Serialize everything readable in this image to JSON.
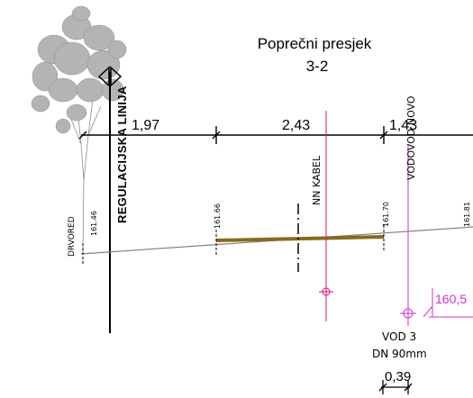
{
  "title": {
    "line1": "Poprečni presjek",
    "line2": "3-2"
  },
  "dimensions": {
    "seg1": "1,97",
    "seg2": "2,43",
    "seg3": "1,43",
    "bottom": "0,39"
  },
  "labels": {
    "regulation_line": "REGULACIJSKA LINIJA",
    "nn_cable": "NN KABEL",
    "water_new": "VODOVOD NOVO",
    "tree_row": "DRVORED",
    "water_pipe_1": "VOD 3",
    "water_pipe_2": "DN 90mm"
  },
  "elevations": {
    "e1": "161.46",
    "e2": "161.66",
    "e3": "161.70",
    "e4": "161.81",
    "pink_level": "160,5"
  },
  "colors": {
    "line": "#000000",
    "pavement": "#8a6a1c",
    "ground": "#808080",
    "cable": "#e0107a",
    "water": "#d22fd2",
    "tree": "#9a9a9a"
  }
}
